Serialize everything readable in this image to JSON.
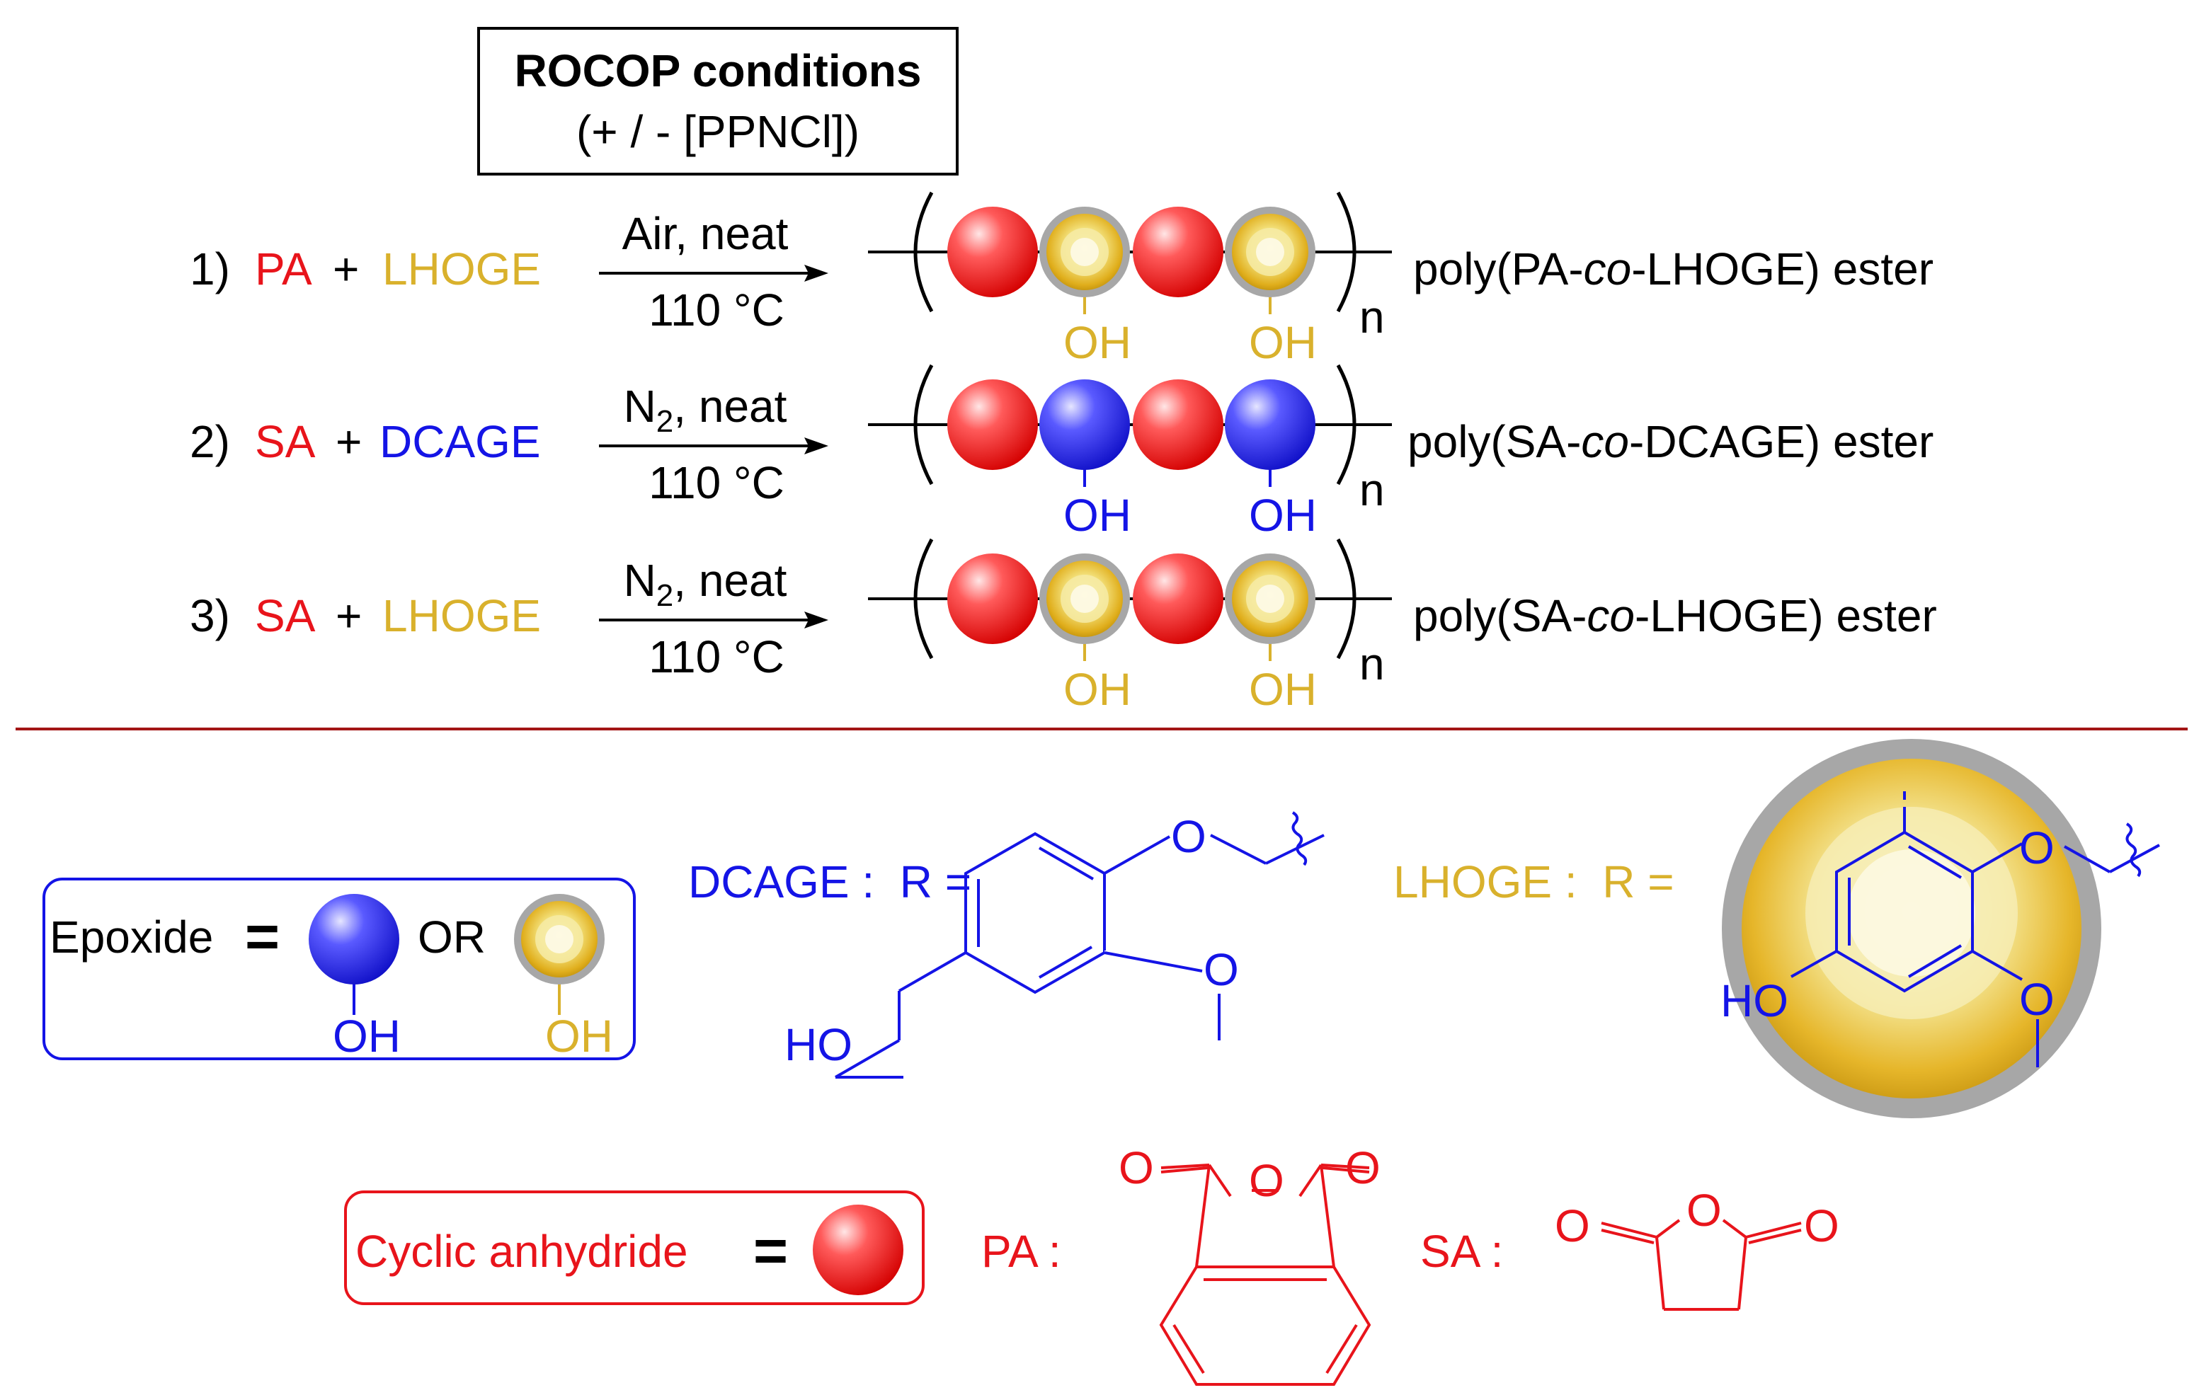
{
  "header": {
    "title": "ROCOP conditions",
    "subtitle": "(+ / - [PPNCl])"
  },
  "reactions": [
    {
      "index": "1)",
      "anhydride": "PA",
      "plus": "+",
      "epoxide": "LHOGE",
      "atmosphere": "Air",
      "atmosphere_sub": "",
      "condition_suffix": ", neat",
      "temperature": "110 °C",
      "repeat": "n",
      "product_prefix": "poly(PA-",
      "product_co": "co",
      "product_suffix": "-LHOGE) ester",
      "epoxide_type": "lhoge"
    },
    {
      "index": "2)",
      "anhydride": "SA",
      "plus": "+",
      "epoxide": "DCAGE",
      "atmosphere": "N",
      "atmosphere_sub": "2",
      "condition_suffix": ", neat",
      "temperature": "110 °C",
      "repeat": "n",
      "product_prefix": "poly(SA-",
      "product_co": "co",
      "product_suffix": "-DCAGE) ester",
      "epoxide_type": "dcage"
    },
    {
      "index": "3)",
      "anhydride": "SA",
      "plus": "+",
      "epoxide": "LHOGE",
      "atmosphere": "N",
      "atmosphere_sub": "2",
      "condition_suffix": ", neat",
      "temperature": "110 °C",
      "repeat": "n",
      "product_prefix": "poly(SA-",
      "product_co": "co",
      "product_suffix": "-LHOGE) ester",
      "epoxide_type": "lhoge"
    }
  ],
  "oh_label": "OH",
  "legend": {
    "epoxide_label": "Epoxide",
    "equals": "=",
    "or_label": "OR",
    "anhydride_label": "Cyclic anhydride",
    "dcage_label": "DCAGE :  R =",
    "lhoge_label": "LHOGE :  R =",
    "pa_label": "PA :",
    "sa_label": "SA :",
    "ho_label": "HO",
    "o_label": "O"
  },
  "colors": {
    "anhydride": "#e8141b",
    "dcage": "#1414e6",
    "lhoge": "#d9b12c",
    "divider": "#a31515",
    "frame": "#000000"
  }
}
